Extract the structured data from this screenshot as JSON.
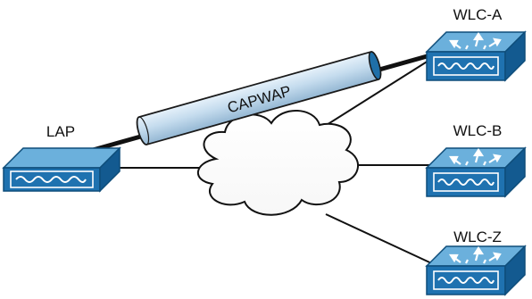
{
  "tunnel": {
    "label": "CAPWAP"
  },
  "devices": {
    "lap": {
      "label": "LAP"
    },
    "wlc_a": {
      "label": "WLC-A"
    },
    "wlc_b": {
      "label": "WLC-B"
    },
    "wlc_z": {
      "label": "WLC-Z"
    }
  },
  "colors": {
    "device_top": "#5fa8d8",
    "device_front": "#1f72b0",
    "device_side": "#135a90",
    "tunnel_fill": "#c8deef",
    "tunnel_stroke": "#1a1a1a",
    "link": "#111111"
  }
}
